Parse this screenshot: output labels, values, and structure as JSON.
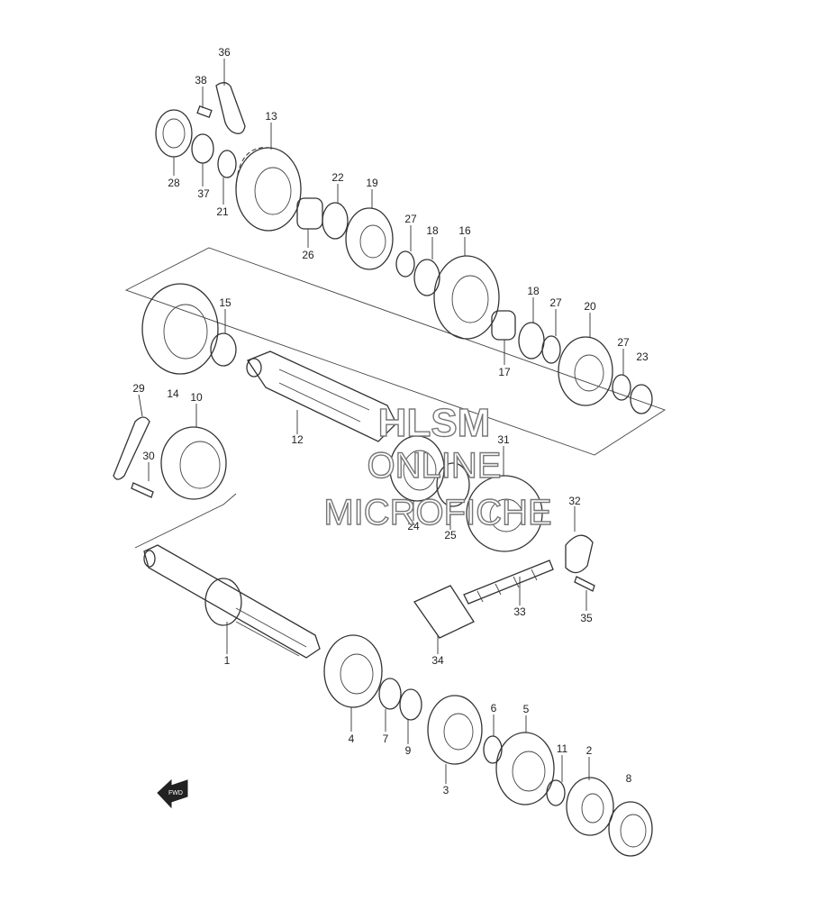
{
  "diagram": {
    "callouts": [
      {
        "id": "p36",
        "label": "36"
      },
      {
        "id": "p38",
        "label": "38"
      },
      {
        "id": "p13",
        "label": "13"
      },
      {
        "id": "p28",
        "label": "28"
      },
      {
        "id": "p37",
        "label": "37"
      },
      {
        "id": "p21",
        "label": "21"
      },
      {
        "id": "p22",
        "label": "22"
      },
      {
        "id": "p19",
        "label": "19"
      },
      {
        "id": "p26",
        "label": "26"
      },
      {
        "id": "p27a",
        "label": "27"
      },
      {
        "id": "p18a",
        "label": "18"
      },
      {
        "id": "p16",
        "label": "16"
      },
      {
        "id": "p15",
        "label": "15"
      },
      {
        "id": "p18b",
        "label": "18"
      },
      {
        "id": "p27b",
        "label": "27"
      },
      {
        "id": "p20",
        "label": "20"
      },
      {
        "id": "p17",
        "label": "17"
      },
      {
        "id": "p27c",
        "label": "27"
      },
      {
        "id": "p23",
        "label": "23"
      },
      {
        "id": "p29",
        "label": "29"
      },
      {
        "id": "p14",
        "label": "14"
      },
      {
        "id": "p10",
        "label": "10"
      },
      {
        "id": "p12",
        "label": "12"
      },
      {
        "id": "p31",
        "label": "31"
      },
      {
        "id": "p30",
        "label": "30"
      },
      {
        "id": "p24",
        "label": "24"
      },
      {
        "id": "p25",
        "label": "25"
      },
      {
        "id": "p32",
        "label": "32"
      },
      {
        "id": "p33",
        "label": "33"
      },
      {
        "id": "p35",
        "label": "35"
      },
      {
        "id": "p1",
        "label": "1"
      },
      {
        "id": "p34",
        "label": "34"
      },
      {
        "id": "p4",
        "label": "4"
      },
      {
        "id": "p7",
        "label": "7"
      },
      {
        "id": "p9",
        "label": "9"
      },
      {
        "id": "p6",
        "label": "6"
      },
      {
        "id": "p5",
        "label": "5"
      },
      {
        "id": "p11",
        "label": "11"
      },
      {
        "id": "p2",
        "label": "2"
      },
      {
        "id": "p3",
        "label": "3"
      },
      {
        "id": "p8",
        "label": "8"
      }
    ],
    "direction_arrow": "FWD"
  },
  "watermark": {
    "line1": "HLSM",
    "line2": "ONLINE",
    "line3": "MICROFICHE"
  }
}
